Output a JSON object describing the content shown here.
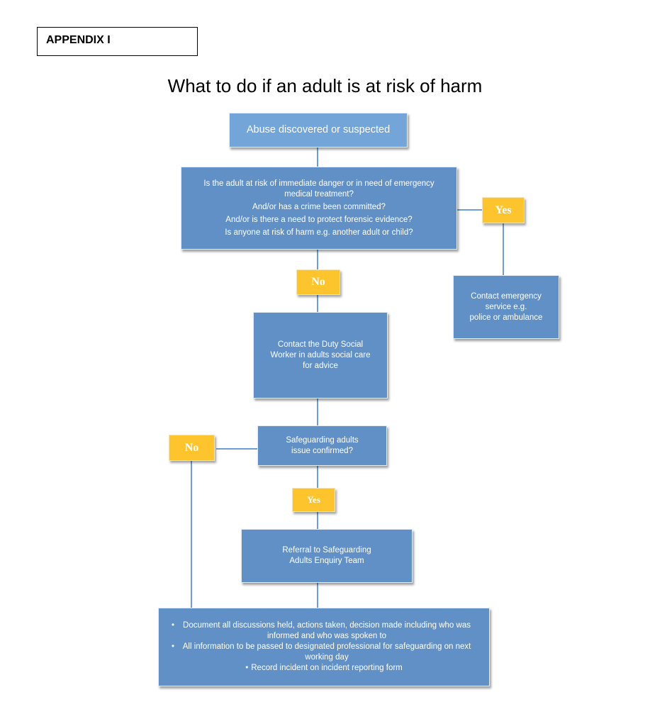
{
  "header": {
    "appendix_label": "APPENDIX I"
  },
  "title": "What to do if an adult is at risk of harm",
  "colors": {
    "box": "#6090c5",
    "box_light": "#73a5d9",
    "tag": "#fdc42d",
    "connector": "#6d9fd6"
  },
  "nodes": {
    "start": "Abuse discovered or suspected",
    "question": {
      "lines": [
        "Is the adult at risk of immediate danger or in need of emergency medical treatment?",
        "And/or has a crime been committed?",
        "And/or is there a need to protect forensic evidence?",
        "Is anyone at risk of harm e.g. another adult or child?"
      ]
    },
    "emergency": {
      "lines": [
        "Contact emergency",
        "service e.g.",
        "police or ambulance"
      ]
    },
    "duty_worker": {
      "lines": [
        "Contact the Duty Social",
        "Worker in adults social care",
        "for advice"
      ]
    },
    "confirmed": {
      "lines": [
        "Safeguarding adults",
        "issue confirmed?"
      ]
    },
    "referral": {
      "lines": [
        "Referral to Safeguarding",
        "Adults Enquiry Team"
      ]
    },
    "document": {
      "bullets": [
        "Document all discussions held, actions taken, decision made including who was informed and who was spoken to",
        "All information to be passed to designated professional for safeguarding on next working day",
        "Record incident on incident reporting form"
      ]
    }
  },
  "labels": {
    "yes_1": "Yes",
    "no_1": "No",
    "no_2": "No",
    "yes_2": "Yes"
  }
}
